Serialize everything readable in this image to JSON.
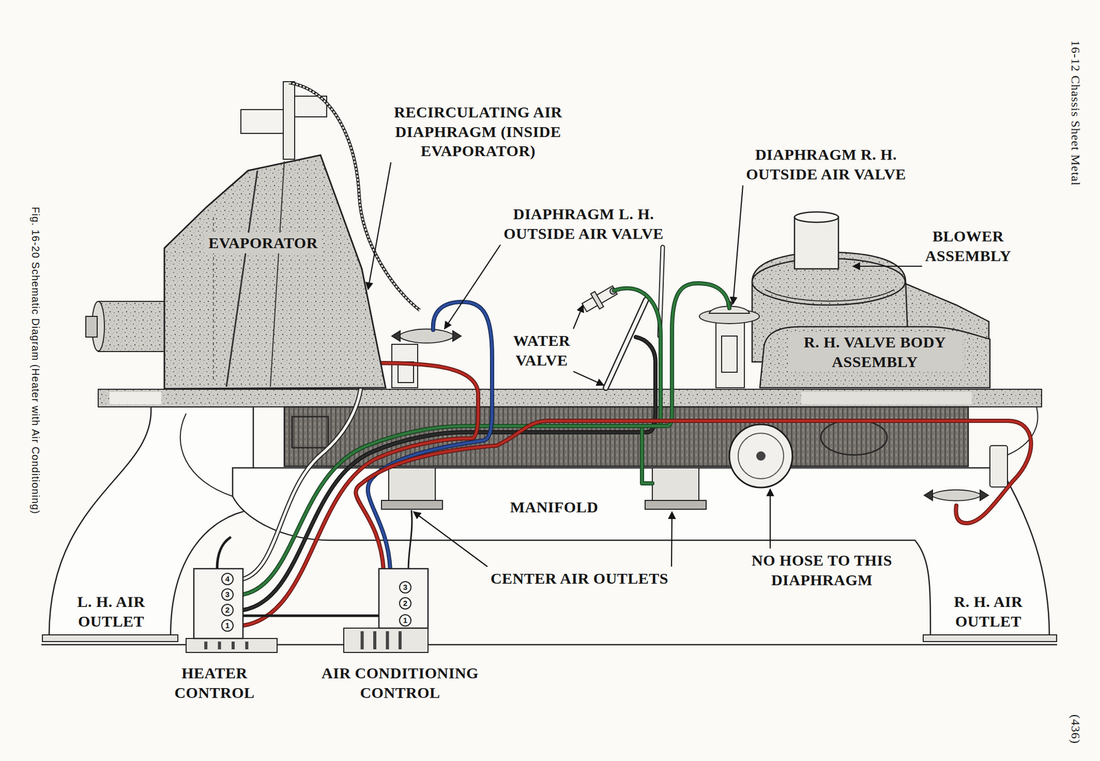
{
  "diagram": {
    "caption": "Fig. 16-20 Schematic Diagram (Heater with Air Conditioning)",
    "nodes": [
      {
        "text": [
          "EVAPORATOR"
        ]
      },
      {
        "text": [
          "R. H. VALVE BODY ASSEMBLY"
        ]
      },
      {
        "text": [
          "HEATER CONTROL"
        ]
      },
      {
        "text": [
          "4"
        ],
        "in": 2
      },
      {
        "text": [
          "3"
        ],
        "in": 2
      },
      {
        "text": [
          "2"
        ],
        "in": 2
      },
      {
        "text": [
          "1"
        ],
        "in": 2
      },
      {
        "text": [
          "AIR CONDITIONING CONTROL"
        ]
      },
      {
        "text": [
          "3"
        ],
        "in": 7
      },
      {
        "text": [
          "2"
        ],
        "in": 7
      },
      {
        "text": [
          "1"
        ],
        "in": 7
      }
    ],
    "edges": [
      {
        "from": 2,
        "to": 7,
        "arrow": "none"
      }
    ],
    "labels": [
      "RECIRCULATING AIR DIAPHRAGM (INSIDE EVAPORATOR)",
      "DIAPHRAGM L. H. OUTSIDE AIR VALVE",
      "DIAPHRAGM R. H. OUTSIDE AIR VALVE",
      "BLOWER ASSEMBLY",
      "WATER VALVE",
      "MANIFOLD",
      "CENTER AIR OUTLETS",
      "NO HOSE TO THIS DIAPHRAGM",
      "L. H. AIR OUTLET",
      "R. H. AIR OUTLET",
      "16-12 Chassis Sheet Metal",
      "(436)"
    ]
  }
}
